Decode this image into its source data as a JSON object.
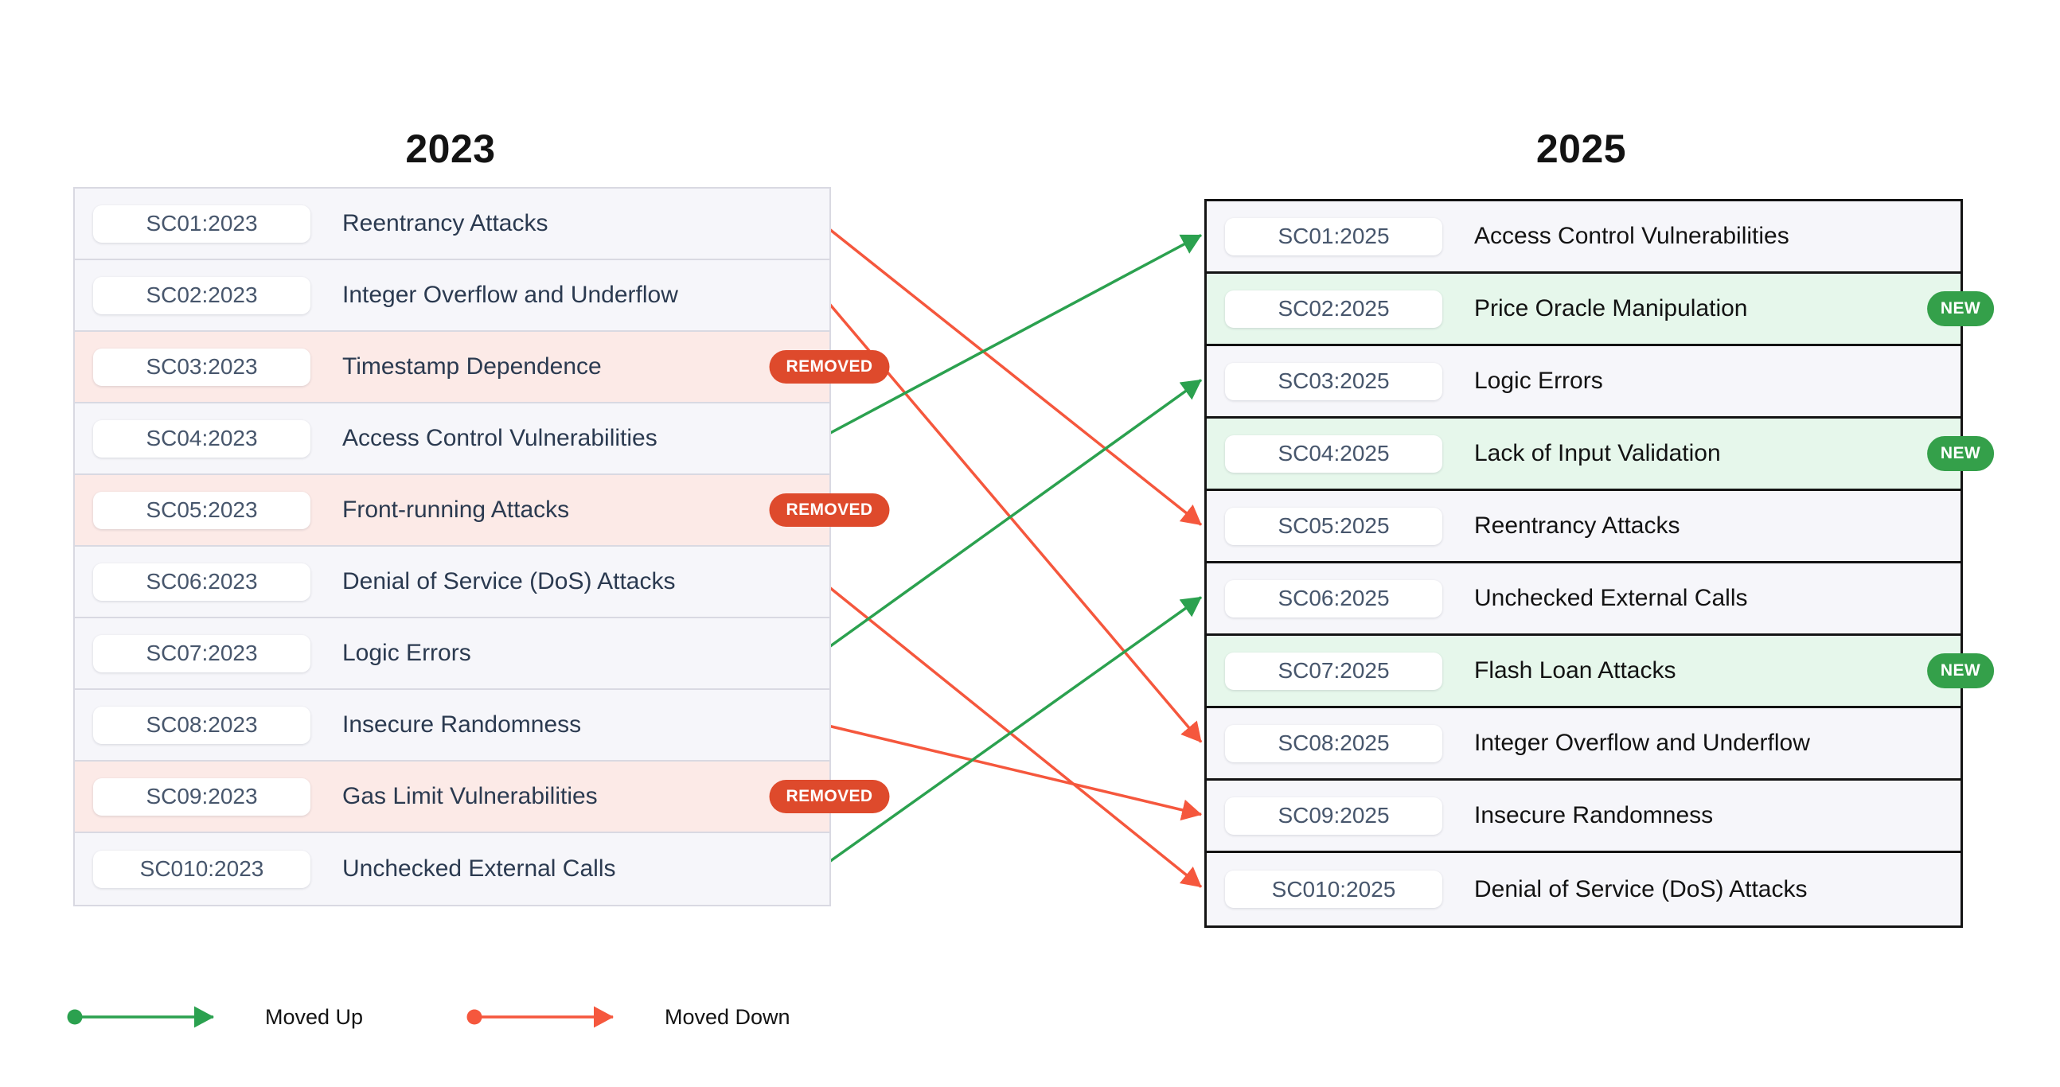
{
  "left_table": {
    "title": "2023",
    "rows": [
      {
        "code": "SC01:2023",
        "label": "Reentrancy Attacks",
        "status": ""
      },
      {
        "code": "SC02:2023",
        "label": "Integer Overflow and Underflow",
        "status": ""
      },
      {
        "code": "SC03:2023",
        "label": "Timestamp Dependence",
        "status": "REMOVED"
      },
      {
        "code": "SC04:2023",
        "label": "Access Control Vulnerabilities",
        "status": ""
      },
      {
        "code": "SC05:2023",
        "label": "Front-running Attacks",
        "status": "REMOVED"
      },
      {
        "code": "SC06:2023",
        "label": "Denial of Service (DoS) Attacks",
        "status": ""
      },
      {
        "code": "SC07:2023",
        "label": "Logic Errors",
        "status": ""
      },
      {
        "code": "SC08:2023",
        "label": "Insecure Randomness",
        "status": ""
      },
      {
        "code": "SC09:2023",
        "label": "Gas Limit Vulnerabilities",
        "status": "REMOVED"
      },
      {
        "code": "SC010:2023",
        "label": "Unchecked External Calls",
        "status": ""
      }
    ]
  },
  "right_table": {
    "title": "2025",
    "rows": [
      {
        "code": "SC01:2025",
        "label": "Access Control Vulnerabilities",
        "status": ""
      },
      {
        "code": "SC02:2025",
        "label": "Price Oracle Manipulation",
        "status": "NEW"
      },
      {
        "code": "SC03:2025",
        "label": "Logic Errors",
        "status": ""
      },
      {
        "code": "SC04:2025",
        "label": "Lack of Input Validation",
        "status": "NEW"
      },
      {
        "code": "SC05:2025",
        "label": "Reentrancy Attacks",
        "status": ""
      },
      {
        "code": "SC06:2025",
        "label": "Unchecked External Calls",
        "status": ""
      },
      {
        "code": "SC07:2025",
        "label": "Flash Loan Attacks",
        "status": "NEW"
      },
      {
        "code": "SC08:2025",
        "label": "Integer Overflow and Underflow",
        "status": ""
      },
      {
        "code": "SC09:2025",
        "label": "Insecure Randomness",
        "status": ""
      },
      {
        "code": "SC010:2025",
        "label": "Denial of Service (DoS) Attacks",
        "status": ""
      }
    ]
  },
  "arrows": [
    {
      "from_code": "SC01:2023",
      "from_row": 1,
      "to_code": "SC05:2025",
      "to_row": 5,
      "direction": "down"
    },
    {
      "from_code": "SC02:2023",
      "from_row": 2,
      "to_code": "SC08:2025",
      "to_row": 8,
      "direction": "down"
    },
    {
      "from_code": "SC04:2023",
      "from_row": 4,
      "to_code": "SC01:2025",
      "to_row": 1,
      "direction": "up"
    },
    {
      "from_code": "SC06:2023",
      "from_row": 6,
      "to_code": "SC010:2025",
      "to_row": 10,
      "direction": "down"
    },
    {
      "from_code": "SC07:2023",
      "from_row": 7,
      "to_code": "SC03:2025",
      "to_row": 3,
      "direction": "up"
    },
    {
      "from_code": "SC08:2023",
      "from_row": 8,
      "to_code": "SC09:2025",
      "to_row": 9,
      "direction": "down"
    },
    {
      "from_code": "SC010:2023",
      "from_row": 10,
      "to_code": "SC06:2025",
      "to_row": 6,
      "direction": "up"
    }
  ],
  "legend": [
    {
      "label": "Moved Up",
      "direction": "up"
    },
    {
      "label": "Moved Down",
      "direction": "down"
    }
  ],
  "colors": {
    "moved_up": "#2BA14F",
    "moved_down": "#F5573D",
    "removed_badge": "#DE4A2C",
    "new_badge": "#34A04A",
    "row_bg": "#F6F6FA",
    "removed_row_bg": "#FCEAE7",
    "new_row_bg": "#E6F7EB",
    "left_table_border": "#D9D9E2",
    "right_table_border": "#131313"
  }
}
